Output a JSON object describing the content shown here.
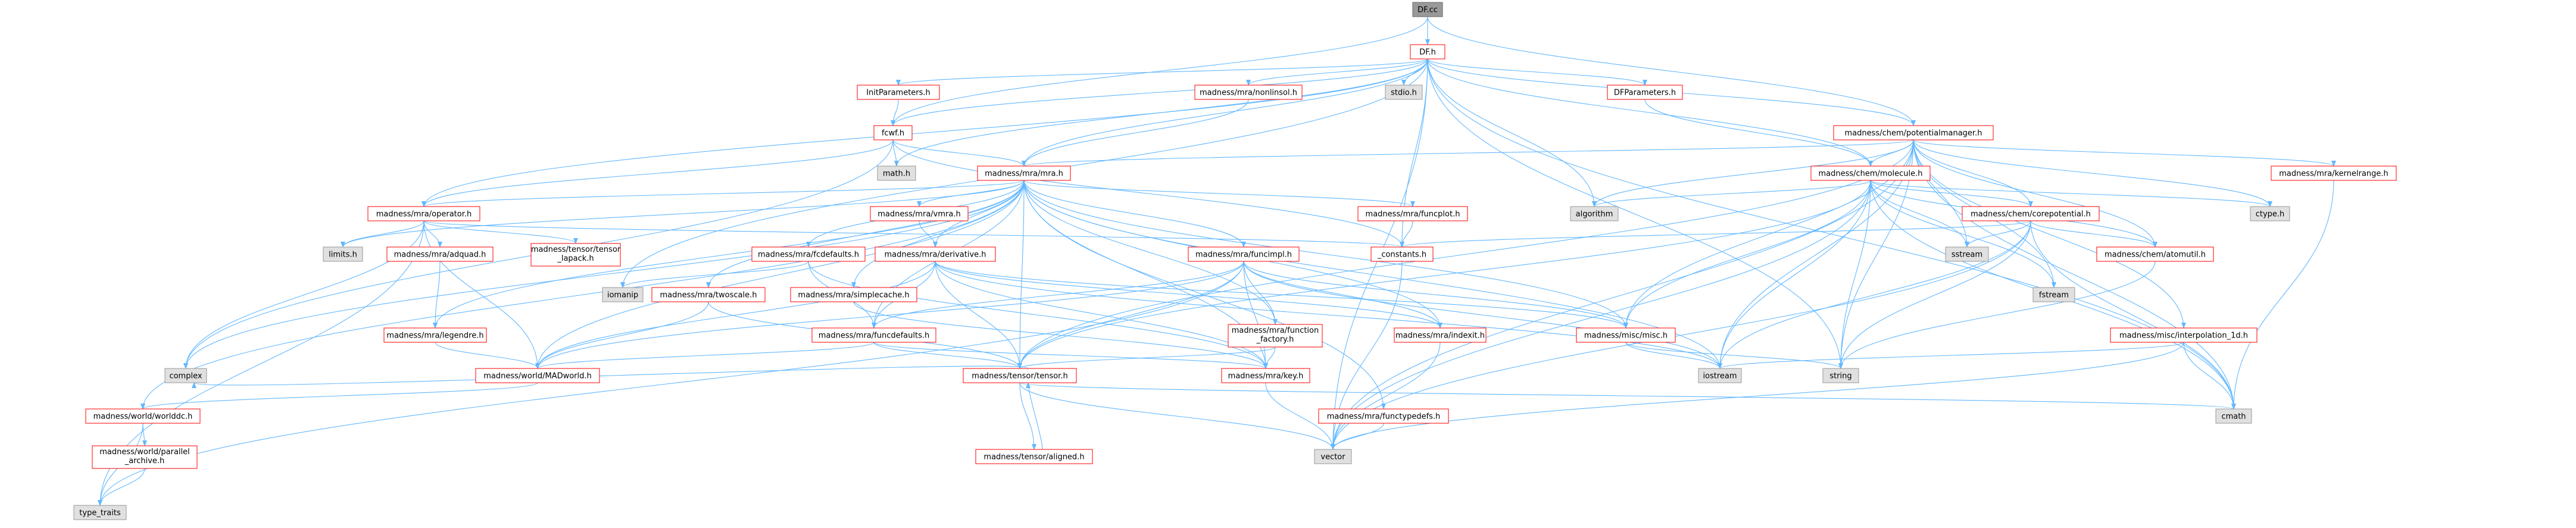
{
  "colors": {
    "root_fill": "#999999",
    "root_border": "#666666",
    "local_fill": "#ffffff",
    "local_border": "#ff0000",
    "system_fill": "#e0e0e0",
    "system_border": "#999999",
    "edge": "#63b8ff"
  },
  "nodes": [
    {
      "id": "DF.cc",
      "label": "DF.cc",
      "kind": "root"
    },
    {
      "id": "DF.h",
      "label": "DF.h",
      "kind": "local"
    },
    {
      "id": "InitParameters.h",
      "label": "InitParameters.h",
      "kind": "local"
    },
    {
      "id": "nonlinsol.h",
      "label": "madness/mra/nonlinsol.h",
      "kind": "local"
    },
    {
      "id": "stdio.h",
      "label": "stdio.h",
      "kind": "system"
    },
    {
      "id": "DFParameters.h",
      "label": "DFParameters.h",
      "kind": "local"
    },
    {
      "id": "potentialmanager.h",
      "label": "madness/chem/potentialmanager.h",
      "kind": "local"
    },
    {
      "id": "fcwf.h",
      "label": "fcwf.h",
      "kind": "local"
    },
    {
      "id": "math.h",
      "label": "math.h",
      "kind": "system"
    },
    {
      "id": "mra.h",
      "label": "madness/mra/mra.h",
      "kind": "local"
    },
    {
      "id": "molecule.h",
      "label": "madness/chem/molecule.h",
      "kind": "local"
    },
    {
      "id": "algorithm",
      "label": "algorithm",
      "kind": "system"
    },
    {
      "id": "ctype.h",
      "label": "ctype.h",
      "kind": "system"
    },
    {
      "id": "kernelrange.h",
      "label": "madness/mra/kernelrange.h",
      "kind": "local"
    },
    {
      "id": "operator.h",
      "label": "madness/mra/operator.h",
      "kind": "local"
    },
    {
      "id": "limits.h",
      "label": "limits.h",
      "kind": "system"
    },
    {
      "id": "adquad.h",
      "label": "madness/mra/adquad.h",
      "kind": "local"
    },
    {
      "id": "tensor_lapack.h",
      "label": "madness/tensor/tensor\n_lapack.h",
      "kind": "local"
    },
    {
      "id": "vmra.h",
      "label": "madness/mra/vmra.h",
      "kind": "local"
    },
    {
      "id": "derivative.h",
      "label": "madness/mra/derivative.h",
      "kind": "local"
    },
    {
      "id": "funcplot.h",
      "label": "madness/mra/funcplot.h",
      "kind": "local"
    },
    {
      "id": "corepotential.h",
      "label": "madness/chem/corepotential.h",
      "kind": "local"
    },
    {
      "id": "sstream",
      "label": "sstream",
      "kind": "system"
    },
    {
      "id": "fstream",
      "label": "fstream",
      "kind": "system"
    },
    {
      "id": "funcimpl.h",
      "label": "madness/mra/funcimpl.h",
      "kind": "local"
    },
    {
      "id": "fcdefaults.h",
      "label": "madness/mra/fcdefaults.h",
      "kind": "local"
    },
    {
      "id": "_constants.h",
      "label": "_constants.h",
      "kind": "local"
    },
    {
      "id": "atomutil.h",
      "label": "madness/chem/atomutil.h",
      "kind": "local"
    },
    {
      "id": "interpolation_1d.h",
      "label": "madness/misc/interpolation_1d.h",
      "kind": "local"
    },
    {
      "id": "legendre.h",
      "label": "madness/mra/legendre.h",
      "kind": "local"
    },
    {
      "id": "iomanip",
      "label": "iomanip",
      "kind": "system"
    },
    {
      "id": "twoscale.h",
      "label": "madness/mra/twoscale.h",
      "kind": "local"
    },
    {
      "id": "simplecache.h",
      "label": "madness/mra/simplecache.h",
      "kind": "local"
    },
    {
      "id": "funcdefaults.h",
      "label": "madness/mra/funcdefaults.h",
      "kind": "local"
    },
    {
      "id": "function_factory.h",
      "label": "madness/mra/function\n_factory.h",
      "kind": "local"
    },
    {
      "id": "indexit.h",
      "label": "madness/mra/indexit.h",
      "kind": "local"
    },
    {
      "id": "misc.h",
      "label": "madness/misc/misc.h",
      "kind": "local"
    },
    {
      "id": "iostream",
      "label": "iostream",
      "kind": "system"
    },
    {
      "id": "string",
      "label": "string",
      "kind": "system"
    },
    {
      "id": "MADworld.h",
      "label": "madness/world/MADworld.h",
      "kind": "local"
    },
    {
      "id": "tensor.h",
      "label": "madness/tensor/tensor.h",
      "kind": "local"
    },
    {
      "id": "key.h",
      "label": "madness/mra/key.h",
      "kind": "local"
    },
    {
      "id": "functypedefs.h",
      "label": "madness/mra/functypedefs.h",
      "kind": "local"
    },
    {
      "id": "cmath",
      "label": "cmath",
      "kind": "system"
    },
    {
      "id": "worlddc.h",
      "label": "madness/world/worlddc.h",
      "kind": "local"
    },
    {
      "id": "complex",
      "label": "complex",
      "kind": "system"
    },
    {
      "id": "vector",
      "label": "vector",
      "kind": "system"
    },
    {
      "id": "aligned.h",
      "label": "madness/tensor/aligned.h",
      "kind": "local"
    },
    {
      "id": "parallel_archive.h",
      "label": "madness/world/parallel\n_archive.h",
      "kind": "local"
    },
    {
      "id": "type_traits",
      "label": "type_traits",
      "kind": "system"
    }
  ],
  "edges": [
    [
      "DF.cc",
      "DF.h"
    ],
    [
      "DF.cc",
      "fcwf.h"
    ],
    [
      "DF.cc",
      "potentialmanager.h"
    ],
    [
      "DF.h",
      "InitParameters.h"
    ],
    [
      "DF.h",
      "nonlinsol.h"
    ],
    [
      "DF.h",
      "stdio.h"
    ],
    [
      "DF.h",
      "DFParameters.h"
    ],
    [
      "DF.h",
      "potentialmanager.h"
    ],
    [
      "DF.h",
      "fcwf.h"
    ],
    [
      "DF.h",
      "math.h"
    ],
    [
      "DF.h",
      "mra.h"
    ],
    [
      "DF.h",
      "molecule.h"
    ],
    [
      "DF.h",
      "algorithm"
    ],
    [
      "DF.h",
      "operator.h"
    ],
    [
      "DF.h",
      "_constants.h"
    ],
    [
      "DF.h",
      "iomanip"
    ],
    [
      "DF.h",
      "vector"
    ],
    [
      "DF.h",
      "string"
    ],
    [
      "DF.h",
      "cmath"
    ],
    [
      "InitParameters.h",
      "fcwf.h"
    ],
    [
      "nonlinsol.h",
      "mra.h"
    ],
    [
      "DFParameters.h",
      "molecule.h"
    ],
    [
      "potentialmanager.h",
      "mra.h"
    ],
    [
      "potentialmanager.h",
      "molecule.h"
    ],
    [
      "potentialmanager.h",
      "algorithm"
    ],
    [
      "potentialmanager.h",
      "ctype.h"
    ],
    [
      "potentialmanager.h",
      "kernelrange.h"
    ],
    [
      "potentialmanager.h",
      "corepotential.h"
    ],
    [
      "potentialmanager.h",
      "atomutil.h"
    ],
    [
      "potentialmanager.h",
      "interpolation_1d.h"
    ],
    [
      "potentialmanager.h",
      "sstream"
    ],
    [
      "potentialmanager.h",
      "fstream"
    ],
    [
      "potentialmanager.h",
      "misc.h"
    ],
    [
      "potentialmanager.h",
      "iostream"
    ],
    [
      "potentialmanager.h",
      "string"
    ],
    [
      "potentialmanager.h",
      "tensor.h"
    ],
    [
      "potentialmanager.h",
      "cmath"
    ],
    [
      "potentialmanager.h",
      "vector"
    ],
    [
      "fcwf.h",
      "math.h"
    ],
    [
      "fcwf.h",
      "mra.h"
    ],
    [
      "fcwf.h",
      "operator.h"
    ],
    [
      "fcwf.h",
      "_constants.h"
    ],
    [
      "fcwf.h",
      "complex"
    ],
    [
      "mra.h",
      "operator.h"
    ],
    [
      "mra.h",
      "limits.h"
    ],
    [
      "mra.h",
      "vmra.h"
    ],
    [
      "mra.h",
      "derivative.h"
    ],
    [
      "mra.h",
      "funcplot.h"
    ],
    [
      "mra.h",
      "funcimpl.h"
    ],
    [
      "mra.h",
      "fcdefaults.h"
    ],
    [
      "mra.h",
      "legendre.h"
    ],
    [
      "mra.h",
      "twoscale.h"
    ],
    [
      "mra.h",
      "simplecache.h"
    ],
    [
      "mra.h",
      "funcdefaults.h"
    ],
    [
      "mra.h",
      "function_factory.h"
    ],
    [
      "mra.h",
      "indexit.h"
    ],
    [
      "mra.h",
      "misc.h"
    ],
    [
      "mra.h",
      "MADworld.h"
    ],
    [
      "mra.h",
      "tensor.h"
    ],
    [
      "mra.h",
      "key.h"
    ],
    [
      "mra.h",
      "functypedefs.h"
    ],
    [
      "mra.h",
      "worlddc.h"
    ],
    [
      "mra.h",
      "complex"
    ],
    [
      "mra.h",
      "iostream"
    ],
    [
      "molecule.h",
      "algorithm"
    ],
    [
      "molecule.h",
      "ctype.h"
    ],
    [
      "molecule.h",
      "corepotential.h"
    ],
    [
      "molecule.h",
      "atomutil.h"
    ],
    [
      "molecule.h",
      "sstream"
    ],
    [
      "molecule.h",
      "fstream"
    ],
    [
      "molecule.h",
      "misc.h"
    ],
    [
      "molecule.h",
      "iostream"
    ],
    [
      "molecule.h",
      "string"
    ],
    [
      "molecule.h",
      "tensor.h"
    ],
    [
      "molecule.h",
      "cmath"
    ],
    [
      "molecule.h",
      "vector"
    ],
    [
      "kernelrange.h",
      "cmath"
    ],
    [
      "operator.h",
      "limits.h"
    ],
    [
      "operator.h",
      "adquad.h"
    ],
    [
      "operator.h",
      "tensor_lapack.h"
    ],
    [
      "operator.h",
      "MADworld.h"
    ],
    [
      "operator.h",
      "type_traits"
    ],
    [
      "operator.h",
      "complex"
    ],
    [
      "operator.h",
      "_constants.h"
    ],
    [
      "adquad.h",
      "legendre.h"
    ],
    [
      "vmra.h",
      "derivative.h"
    ],
    [
      "derivative.h",
      "iostream"
    ],
    [
      "derivative.h",
      "funcdefaults.h"
    ],
    [
      "derivative.h",
      "indexit.h"
    ],
    [
      "derivative.h",
      "tensor.h"
    ],
    [
      "derivative.h",
      "key.h"
    ],
    [
      "derivative.h",
      "MADworld.h"
    ],
    [
      "derivative.h",
      "misc.h"
    ],
    [
      "funcplot.h",
      "_constants.h"
    ],
    [
      "corepotential.h",
      "_constants.h"
    ],
    [
      "corepotential.h",
      "atomutil.h"
    ],
    [
      "corepotential.h",
      "sstream"
    ],
    [
      "corepotential.h",
      "iostream"
    ],
    [
      "corepotential.h",
      "string"
    ],
    [
      "corepotential.h",
      "cmath"
    ],
    [
      "corepotential.h",
      "vector"
    ],
    [
      "funcimpl.h",
      "function_factory.h"
    ],
    [
      "funcimpl.h",
      "funcdefaults.h"
    ],
    [
      "funcimpl.h",
      "indexit.h"
    ],
    [
      "funcimpl.h",
      "misc.h"
    ],
    [
      "funcimpl.h",
      "iostream"
    ],
    [
      "funcimpl.h",
      "type_traits"
    ],
    [
      "funcimpl.h",
      "tensor.h"
    ],
    [
      "funcimpl.h",
      "key.h"
    ],
    [
      "funcimpl.h",
      "MADworld.h"
    ],
    [
      "fcdefaults.h",
      "funcdefaults.h"
    ],
    [
      "fcdefaults.h",
      "iomanip"
    ],
    [
      "fcdefaults.h",
      "key.h"
    ],
    [
      "_constants.h",
      "vector"
    ],
    [
      "atomutil.h",
      "string"
    ],
    [
      "interpolation_1d.h",
      "iostream"
    ],
    [
      "interpolation_1d.h",
      "cmath"
    ],
    [
      "interpolation_1d.h",
      "vector"
    ],
    [
      "legendre.h",
      "MADworld.h"
    ],
    [
      "twoscale.h",
      "MADworld.h"
    ],
    [
      "twoscale.h",
      "tensor.h"
    ],
    [
      "simplecache.h",
      "key.h"
    ],
    [
      "funcdefaults.h",
      "MADworld.h"
    ],
    [
      "funcdefaults.h",
      "tensor.h"
    ],
    [
      "funcdefaults.h",
      "key.h"
    ],
    [
      "function_factory.h",
      "tensor.h"
    ],
    [
      "function_factory.h",
      "key.h"
    ],
    [
      "indexit.h",
      "vector"
    ],
    [
      "misc.h",
      "iostream"
    ],
    [
      "misc.h",
      "string"
    ],
    [
      "MADworld.h",
      "worlddc.h"
    ],
    [
      "tensor.h",
      "complex"
    ],
    [
      "tensor.h",
      "vector"
    ],
    [
      "tensor.h",
      "cmath"
    ],
    [
      "tensor.h",
      "aligned.h"
    ],
    [
      "key.h",
      "vector"
    ],
    [
      "functypedefs.h",
      "vector"
    ],
    [
      "aligned.h",
      "tensor.h"
    ],
    [
      "worlddc.h",
      "parallel_archive.h"
    ],
    [
      "worlddc.h",
      "type_traits"
    ],
    [
      "parallel_archive.h",
      "type_traits"
    ]
  ]
}
